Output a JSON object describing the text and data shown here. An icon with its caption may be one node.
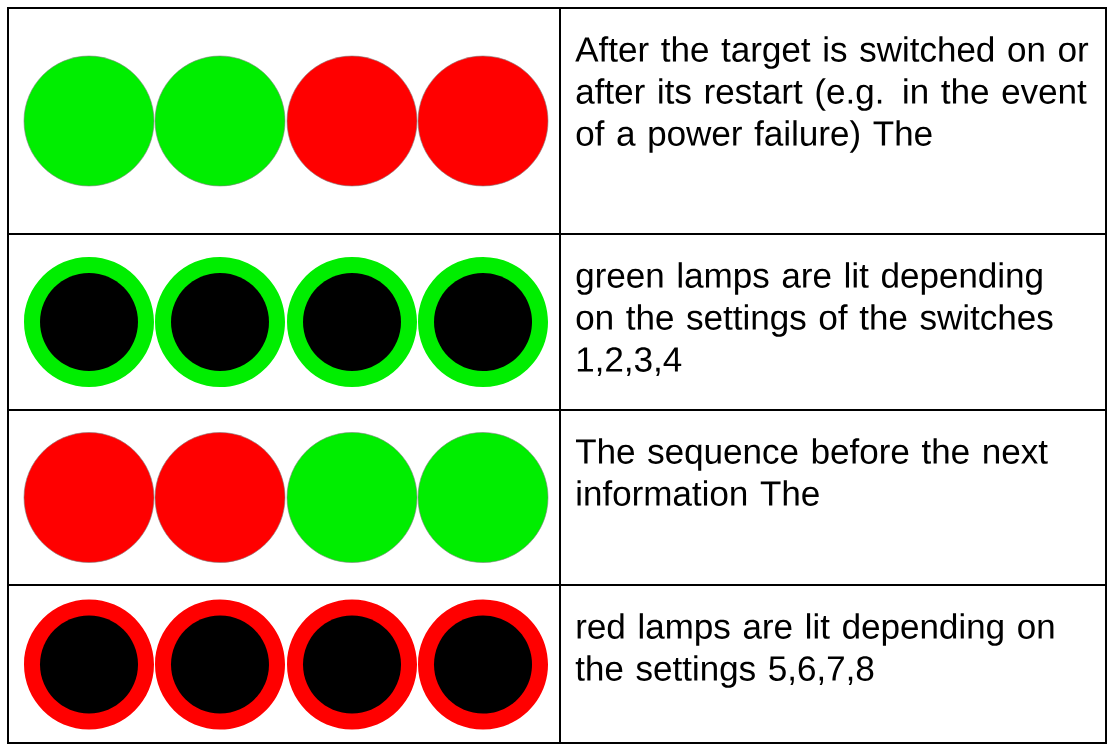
{
  "diagram": {
    "labels": [
      "After the target is switched on or after its restart (e.g. in the event of a power failure) The",
      "green lamps are lit depending on the settings of the switches 1,2,3,4",
      "The sequence before the next information The",
      "red lamps are lit depending on the settings 5,6,7,8"
    ]
  }
}
